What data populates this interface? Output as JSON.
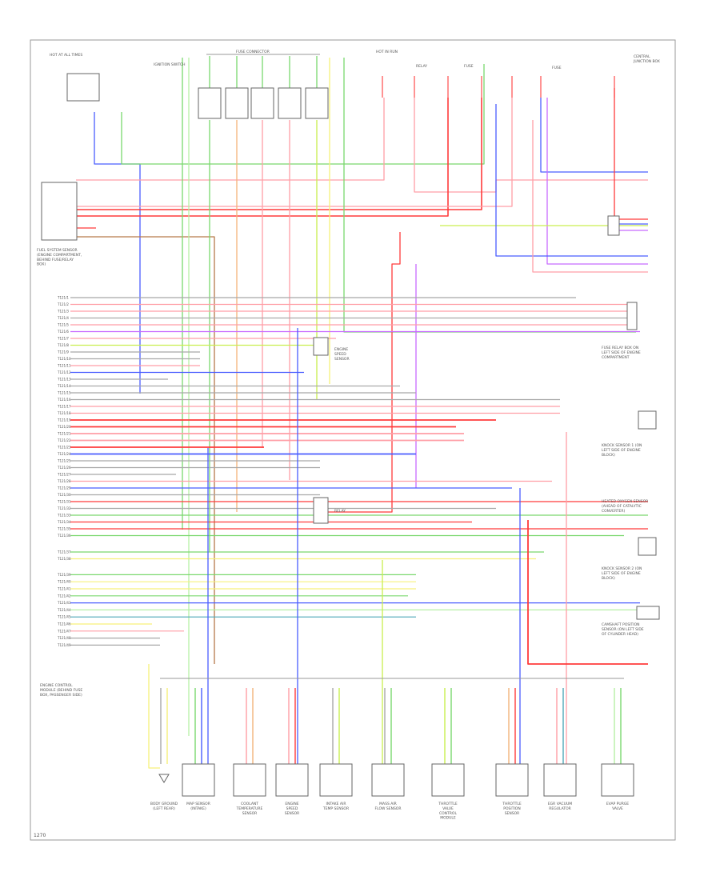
{
  "diagram_code": "1270",
  "colors": {
    "red": "#ff3b3b",
    "pink": "#ff9ea6",
    "green": "#7ad86e",
    "lime": "#c9ef4f",
    "yellow": "#f6f07a",
    "blue": "#4a5dff",
    "violet": "#c86bff",
    "orange": "#f3b37a",
    "brown": "#b77a4a",
    "teal": "#4fa7b8",
    "gray": "#a8a8a8",
    "lightgreen": "#b6f0a6",
    "magenta": "#ff6bf0"
  },
  "top_labels": [
    "HOT AT ALL TIMES",
    "IGNITION SWITCH",
    "FUSE CONNECTOR",
    "HOT IN RUN",
    "RELAY",
    "FUSE",
    "FUSE",
    "CENTRAL JUNCTION BOX"
  ],
  "connector_pins": [
    "T121/1",
    "T121/2",
    "T121/3",
    "T121/4",
    "T121/5",
    "T121/6",
    "T121/7",
    "T121/8",
    "T121/9",
    "T121/10",
    "T121/11",
    "T121/12",
    "T121/13",
    "T121/14",
    "T121/15",
    "T121/16",
    "T121/17",
    "T121/18",
    "T121/19",
    "T121/20",
    "T121/21",
    "T121/22",
    "T121/23",
    "T121/24",
    "T121/25",
    "T121/26",
    "T121/27",
    "T121/28",
    "T121/29",
    "T121/30",
    "T121/31",
    "T121/32",
    "T121/33",
    "T121/34",
    "T121/35",
    "T121/36",
    "T121/37",
    "T121/38",
    "T121/39",
    "T121/40",
    "T121/41",
    "T121/42",
    "T121/43",
    "T121/44",
    "T121/45",
    "T121/46",
    "T121/47",
    "T121/48",
    "T121/49"
  ],
  "left_labels": {
    "relay": "FUEL SYSTEM SENSOR (ENGINE COMPARTMENT, BEHIND FUSE/RELAY BOX)",
    "ecm": "ENGINE CONTROL MODULE (BEHIND FUSE BOX, PASSENGER SIDE)"
  },
  "right_labels": [
    "FUSE RELAY BOX ON LEFT SIDE OF ENGINE COMPARTMENT",
    "KNOCK SENSOR 1 (ON LEFT SIDE OF ENGINE BLOCK)",
    "HEATED OXYGEN SENSOR (AHEAD OF CATALYTIC CONVERTER)",
    "KNOCK SENSOR 2 (ON LEFT SIDE OF ENGINE BLOCK)",
    "CAMSHAFT POSITION SENSOR (ON LEFT SIDE OF CYLINDER HEAD)"
  ],
  "mid_labels": [
    "ENGINE SPEED SENSOR",
    "RELAY"
  ],
  "bottom_components": [
    "BODY GROUND (LEFT REAR)",
    "MAP SENSOR (INTAKE)",
    "COOLANT TEMPERATURE SENSOR",
    "ENGINE SPEED SENSOR",
    "INTAKE AIR TEMP SENSOR",
    "MASS AIR FLOW SENSOR",
    "THROTTLE VALVE CONTROL MODULE",
    "THROTTLE POSITION SENSOR",
    "EGR VACUUM REGULATOR",
    "EVAP PURGE VALVE"
  ]
}
